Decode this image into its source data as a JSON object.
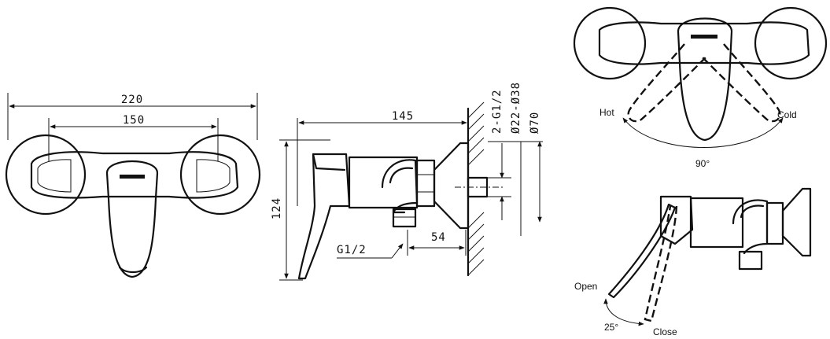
{
  "front_view": {
    "dim_overall": "220",
    "dim_centers": "150"
  },
  "side_view": {
    "dim_depth": "145",
    "dim_height": "124",
    "dim_thread": "G1/2",
    "dim_offset": "54",
    "wall_dims": [
      "2-G1/2",
      "Ø22-Ø38",
      "Ø70"
    ]
  },
  "top_view": {
    "label_hot": "Hot",
    "label_cold": "Cold",
    "angle": "90°"
  },
  "lever_view": {
    "label_open": "Open",
    "label_close": "Close",
    "angle": "25°"
  }
}
